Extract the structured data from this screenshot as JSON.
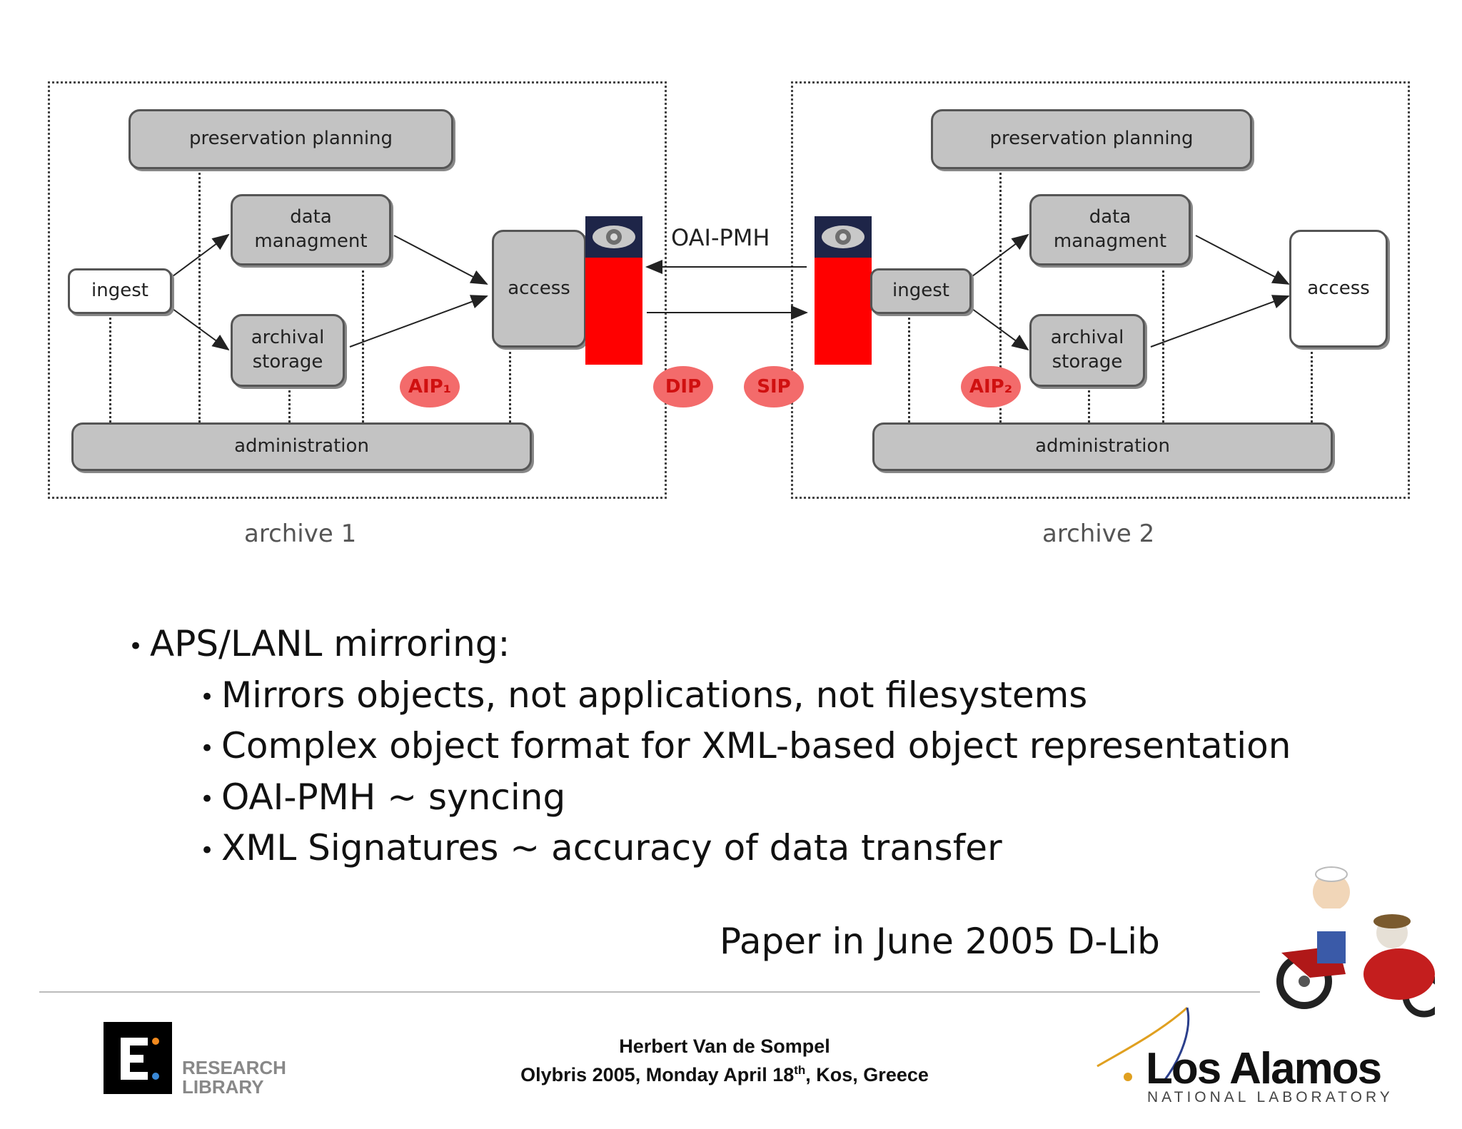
{
  "diagram": {
    "archive1": {
      "label": "archive 1",
      "preservation_planning": "preservation planning",
      "data_management": "data\nmanagment",
      "ingest": "ingest",
      "archival_storage": "archival\nstorage",
      "access": "access",
      "administration": "administration",
      "aip": "AIP₁"
    },
    "archive2": {
      "label": "archive 2",
      "preservation_planning": "preservation planning",
      "data_management": "data\nmanagment",
      "ingest": "ingest",
      "archival_storage": "archival\nstorage",
      "access": "access",
      "administration": "administration",
      "aip": "AIP₂"
    },
    "protocol": "OAI-PMH",
    "dip": "DIP",
    "sip": "SIP"
  },
  "bullets": {
    "main": "APS/LANL mirroring:",
    "sub": [
      "Mirrors objects, not applications, not filesystems",
      "Complex object format for XML-based object representation",
      "OAI-PMH ~ syncing",
      "XML Signatures ~ accuracy of data transfer"
    ]
  },
  "paper_note": "Paper in June 2005 D-Lib",
  "footer": {
    "author": "Herbert Van de Sompel",
    "event_prefix": "Olybris 2005, Monday April 18",
    "event_sup": "th",
    "event_suffix": ", Kos, Greece",
    "library_logo_text": [
      "RESEARCH",
      "LIBRARY"
    ],
    "lanl_name": "Los Alamos",
    "lanl_sub": "NATIONAL LABORATORY"
  },
  "colors": {
    "box_fill": "#c3c3c3",
    "server_red": "#ff0000",
    "badge": "#f36b6b"
  }
}
